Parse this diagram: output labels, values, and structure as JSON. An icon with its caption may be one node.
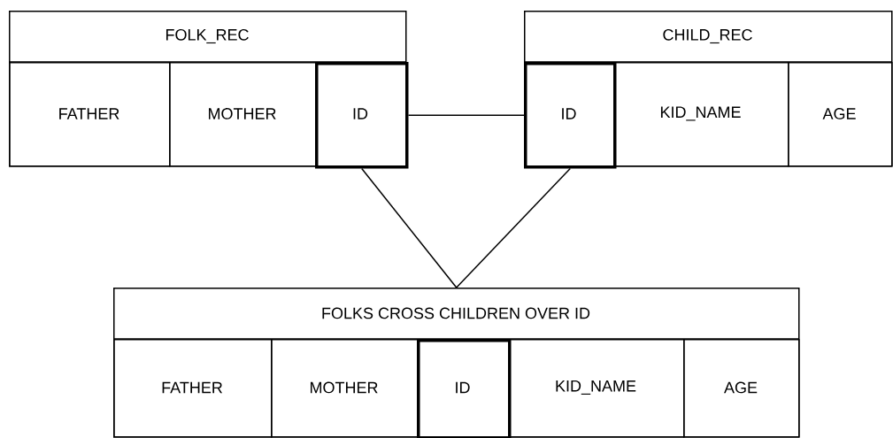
{
  "diagram": {
    "nodes": [
      {
        "text": [
          "FOLK_REC"
        ]
      },
      {
        "text": [
          "FATHER"
        ],
        "in": 0
      },
      {
        "text": [
          "MOTHER"
        ],
        "in": 0
      },
      {
        "text": [
          "ID"
        ],
        "in": 0
      },
      {
        "text": [
          "CHILD_REC"
        ]
      },
      {
        "text": [
          "ID"
        ],
        "in": 4
      },
      {
        "text": [
          "KID_NAME"
        ],
        "in": 4
      },
      {
        "text": [
          "AGE"
        ],
        "in": 4
      },
      {
        "text": [
          "FOLKS CROSS CHILDREN OVER ID"
        ]
      },
      {
        "text": [
          "FATHER"
        ],
        "in": 8
      },
      {
        "text": [
          "MOTHER"
        ],
        "in": 8
      },
      {
        "text": [
          "ID"
        ],
        "in": 8
      },
      {
        "text": [
          "KID_NAME"
        ],
        "in": 8
      },
      {
        "text": [
          "AGE"
        ],
        "in": 8
      }
    ],
    "edges": [
      {
        "from": 3,
        "to": 5,
        "arrow": "none"
      },
      {
        "from": 3,
        "to": 8,
        "arrow": "none"
      },
      {
        "from": 5,
        "to": 8,
        "arrow": "none"
      }
    ]
  }
}
